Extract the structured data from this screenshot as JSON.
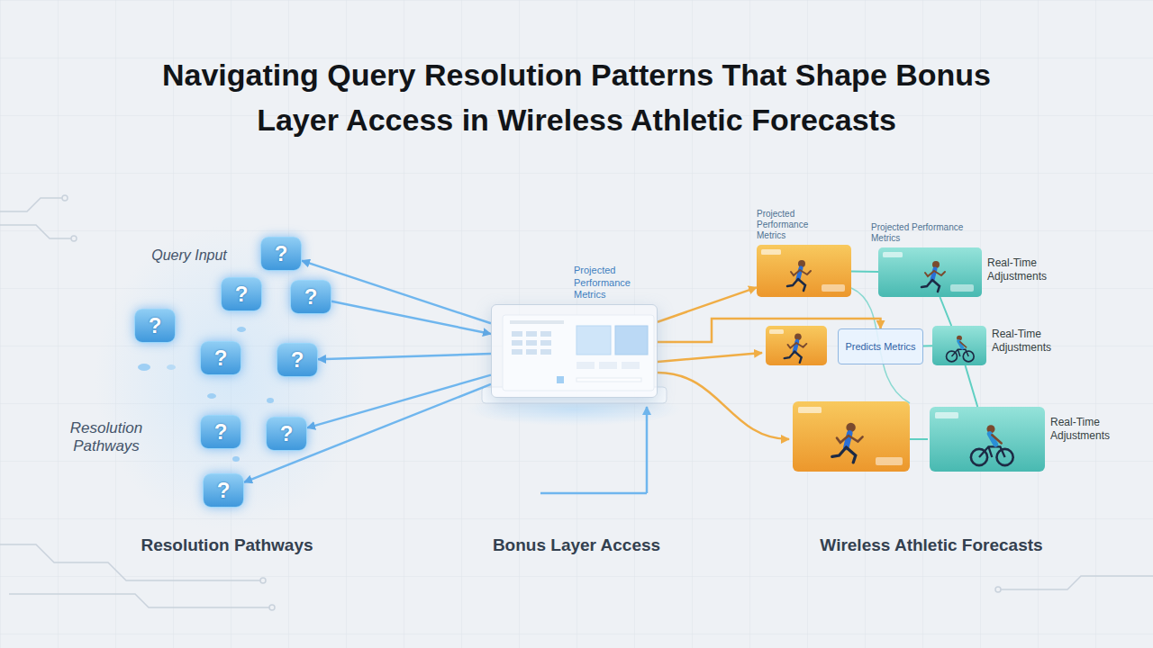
{
  "diagram": {
    "title": "Navigating Query Resolution Patterns That Shape Bonus Layer Access in Wireless Athletic Forecasts",
    "nodes": [
      {
        "text": [
          "?"
        ]
      },
      {
        "text": [
          "?"
        ]
      },
      {
        "text": [
          "?"
        ]
      },
      {
        "text": [
          "?"
        ]
      },
      {
        "text": [
          "?"
        ]
      },
      {
        "text": [
          "?"
        ]
      },
      {
        "text": [
          "?"
        ]
      },
      {
        "text": [
          "?"
        ]
      },
      {
        "text": [
          "?"
        ]
      },
      {
        "text": [
          "Projected Performance Metrics"
        ]
      },
      {
        "text": [
          "Projected Performance Metrics"
        ]
      },
      {
        "text": [
          "Projected Performance Metrics",
          "Real-Time Adjustments"
        ]
      },
      {
        "text": [
          "Predicts Metrics"
        ]
      },
      {
        "text": [
          "Real-Time Adjustments"
        ]
      },
      {
        "text": [
          "Real-Time Adjustments"
        ]
      }
    ],
    "edges": [
      {
        "from": 9,
        "to": 0,
        "arrow": "to"
      },
      {
        "from": 2,
        "to": 9,
        "arrow": "to"
      },
      {
        "from": 9,
        "to": 5,
        "arrow": "to"
      },
      {
        "from": 9,
        "to": 7,
        "arrow": "to"
      },
      {
        "from": 9,
        "to": 8,
        "arrow": "to"
      },
      {
        "from": 9,
        "to": 10,
        "arrow": "to"
      },
      {
        "from": 9,
        "to": 12,
        "arrow": "to"
      },
      {
        "from": 10,
        "to": 11,
        "arrow": "none"
      },
      {
        "from": 12,
        "to": 13,
        "arrow": "none"
      },
      {
        "from": 11,
        "to": 13,
        "arrow": "none"
      },
      {
        "from": 13,
        "to": 14,
        "arrow": "none"
      }
    ],
    "labels": [
      "Query Input",
      "Resolution Pathways",
      "Resolution Pathways",
      "Bonus Layer Access",
      "Wireless Athletic Forecasts"
    ]
  }
}
